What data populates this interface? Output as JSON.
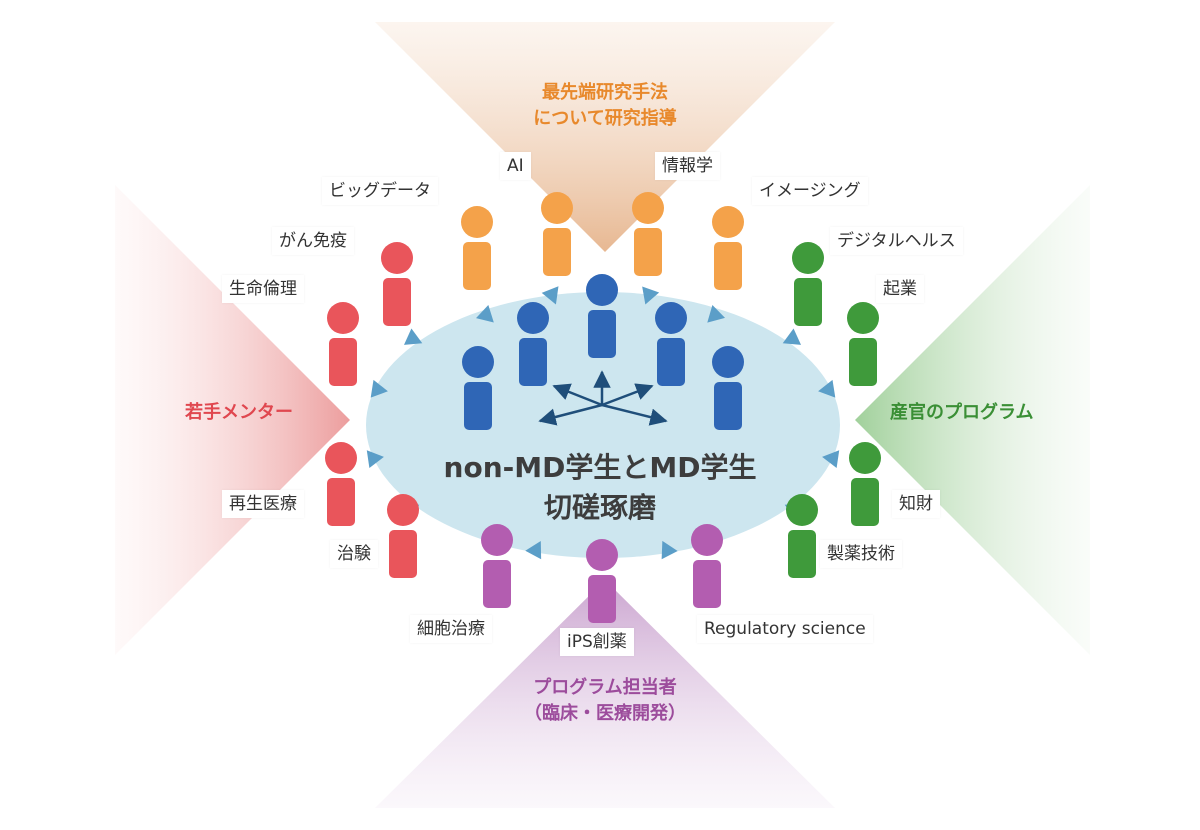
{
  "colors": {
    "orange": "#f4a24a",
    "red": "#e9555b",
    "green": "#3f9a3b",
    "purple": "#b35db0",
    "blue": "#2f66b6",
    "ellipse": "#cde6ef",
    "arrow": "#5b9ec8"
  },
  "center": {
    "line1": "non-MD学生とMD学生",
    "line2": "切磋琢磨"
  },
  "sections": {
    "top": {
      "line1": "最先端研究手法",
      "line2": "について研究指導"
    },
    "left": {
      "line1": "若手メンター"
    },
    "right": {
      "line1": "産官のプログラム"
    },
    "bottom": {
      "line1": "プログラム担当者",
      "line2": "（臨床・医療開発）"
    }
  },
  "labels": {
    "ai": "AI",
    "info": "情報学",
    "bigdata": "ビッグデータ",
    "imaging": "イメージング",
    "cancer": "がん免疫",
    "digital": "デジタルヘルス",
    "ethics": "生命倫理",
    "startup": "起業",
    "regen": "再生医療",
    "ip": "知財",
    "trial": "治験",
    "pharma": "製薬技術",
    "cell": "細胞治療",
    "ips": "iPS創薬",
    "reg": "Regulatory science"
  },
  "people": {
    "orange": 4,
    "red": 4,
    "green": 4,
    "purple": 3,
    "blue": 5
  }
}
